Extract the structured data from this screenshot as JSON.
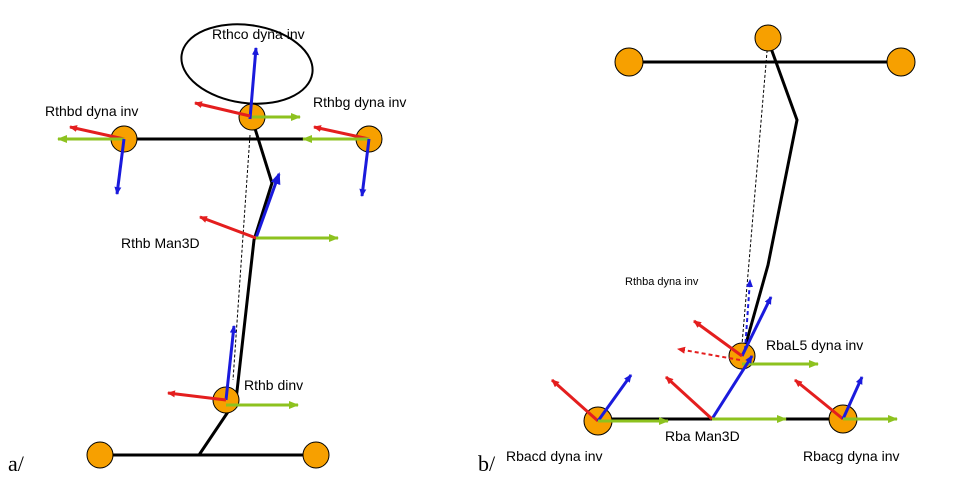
{
  "panel_a": {
    "tag": "a/",
    "labels": {
      "rthco": "Rthco dyna inv",
      "rthbd": "Rthbd dyna inv",
      "rthbg": "Rthbg dyna inv",
      "rthb_man3d": "Rthb Man3D",
      "rthb_dinv": "Rthb dinv"
    }
  },
  "panel_b": {
    "tag": "b/",
    "labels": {
      "rthba": "Rthba dyna inv",
      "rbal5": "RbaL5 dyna inv",
      "rba_man3d": "Rba Man3D",
      "rbacd": "Rbacd dyna inv",
      "rbacg": "Rbacg dyna inv"
    }
  },
  "colors": {
    "joint": "#f7a000",
    "segment": "#000000",
    "red_arrow": "#e41e1e",
    "blue_arrow": "#1a1adc",
    "green_arrow": "#8dc21f"
  }
}
